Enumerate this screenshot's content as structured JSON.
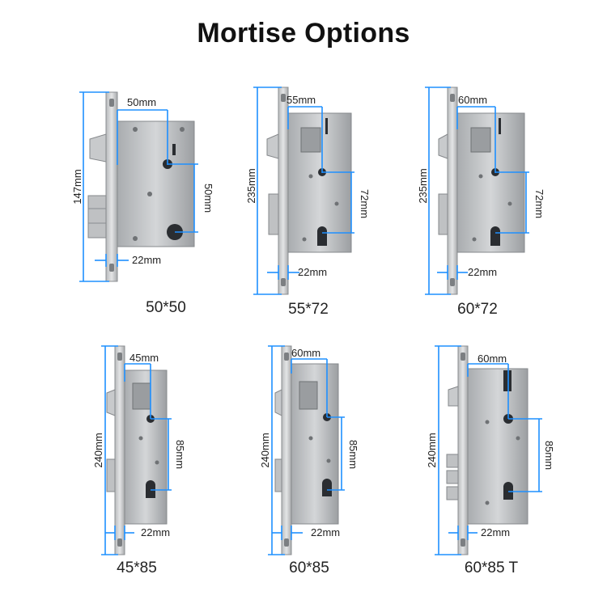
{
  "title": "Mortise Options",
  "accent_color": "#1e90ff",
  "locks": [
    {
      "caption": "50*50",
      "height_label": "147mm",
      "top_label": "50mm",
      "side_label": "50mm",
      "bottom_label": "22mm"
    },
    {
      "caption": "55*72",
      "height_label": "235mm",
      "top_label": "55mm",
      "side_label": "72mm",
      "bottom_label": "22mm"
    },
    {
      "caption": "60*72",
      "height_label": "235mm",
      "top_label": "60mm",
      "side_label": "72mm",
      "bottom_label": "22mm"
    },
    {
      "caption": "45*85",
      "height_label": "240mm",
      "top_label": "45mm",
      "side_label": "85mm",
      "bottom_label": "22mm"
    },
    {
      "caption": "60*85",
      "height_label": "240mm",
      "top_label": "60mm",
      "side_label": "85mm",
      "bottom_label": "22mm"
    },
    {
      "caption": "60*85 T",
      "height_label": "240mm",
      "top_label": "60mm",
      "side_label": "85mm",
      "bottom_label": "22mm"
    }
  ]
}
